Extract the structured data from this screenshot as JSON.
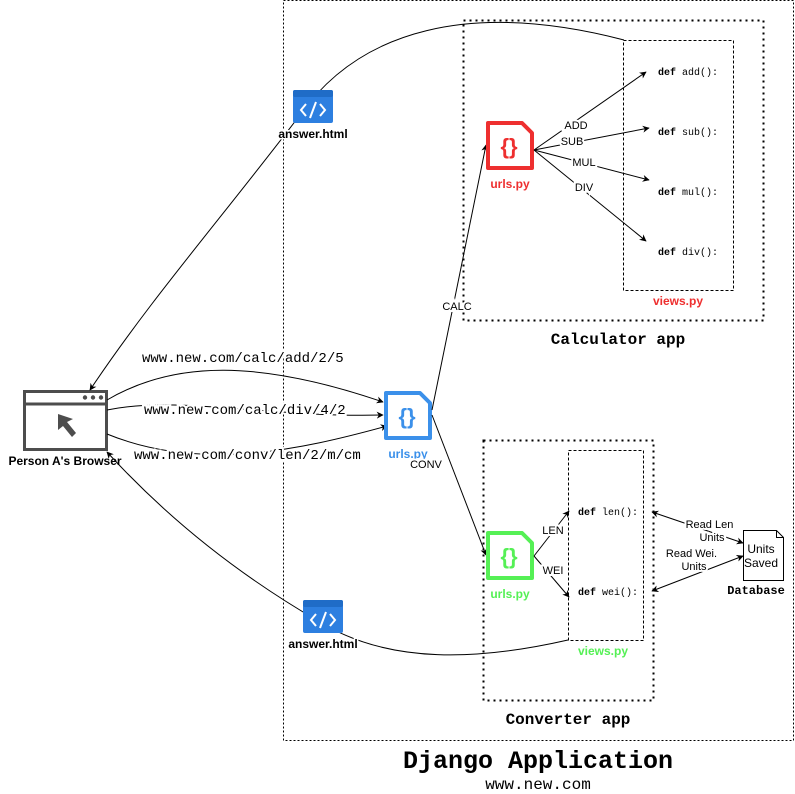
{
  "colors": {
    "red": "#ee2f2f",
    "blue": "#3b90ea",
    "green": "#55f055",
    "html_icon": "#2d7fe0",
    "ink": "#000000",
    "browser_gray": "#4d4d4d"
  },
  "icons": {
    "browser": "browser-window-icon",
    "code_file": "curly-braces-file-icon",
    "html": "code-window-icon",
    "database": "document-icon"
  },
  "django": {
    "title": "Django Application",
    "domain": "www.new.com"
  },
  "browser": {
    "label": "Person A's Browser"
  },
  "requests": [
    "www.new.com/calc/add/2/5",
    "www.new.com/calc/div/4/2",
    "www.new.com/conv/len/2/m/cm"
  ],
  "main_urls": {
    "label": "urls.py",
    "braces": "{}",
    "route_calc": "CALC",
    "route_conv": "CONV"
  },
  "calculator": {
    "title": "Calculator app",
    "urls_label": "urls.py",
    "braces": "{}",
    "views_label": "views.py",
    "routes": [
      "ADD",
      "SUB",
      "MUL",
      "DIV"
    ],
    "functions": [
      {
        "keyword": "def",
        "name": "add():"
      },
      {
        "keyword": "def",
        "name": "sub():"
      },
      {
        "keyword": "def",
        "name": "mul():"
      },
      {
        "keyword": "def",
        "name": "div():"
      }
    ],
    "answer_label": "answer.html"
  },
  "converter": {
    "title": "Converter app",
    "urls_label": "urls.py",
    "braces": "{}",
    "views_label": "views.py",
    "routes": [
      "LEN",
      "WEI"
    ],
    "functions": [
      {
        "keyword": "def",
        "name": "len():"
      },
      {
        "keyword": "def",
        "name": "wei():"
      }
    ],
    "answer_label": "answer.html"
  },
  "database": {
    "label": "Database",
    "doc_line1": "Units",
    "doc_line2": "Saved",
    "read_len": [
      "Read Len",
      "Units"
    ],
    "read_wei": [
      "Read Wei.",
      "Units"
    ]
  }
}
